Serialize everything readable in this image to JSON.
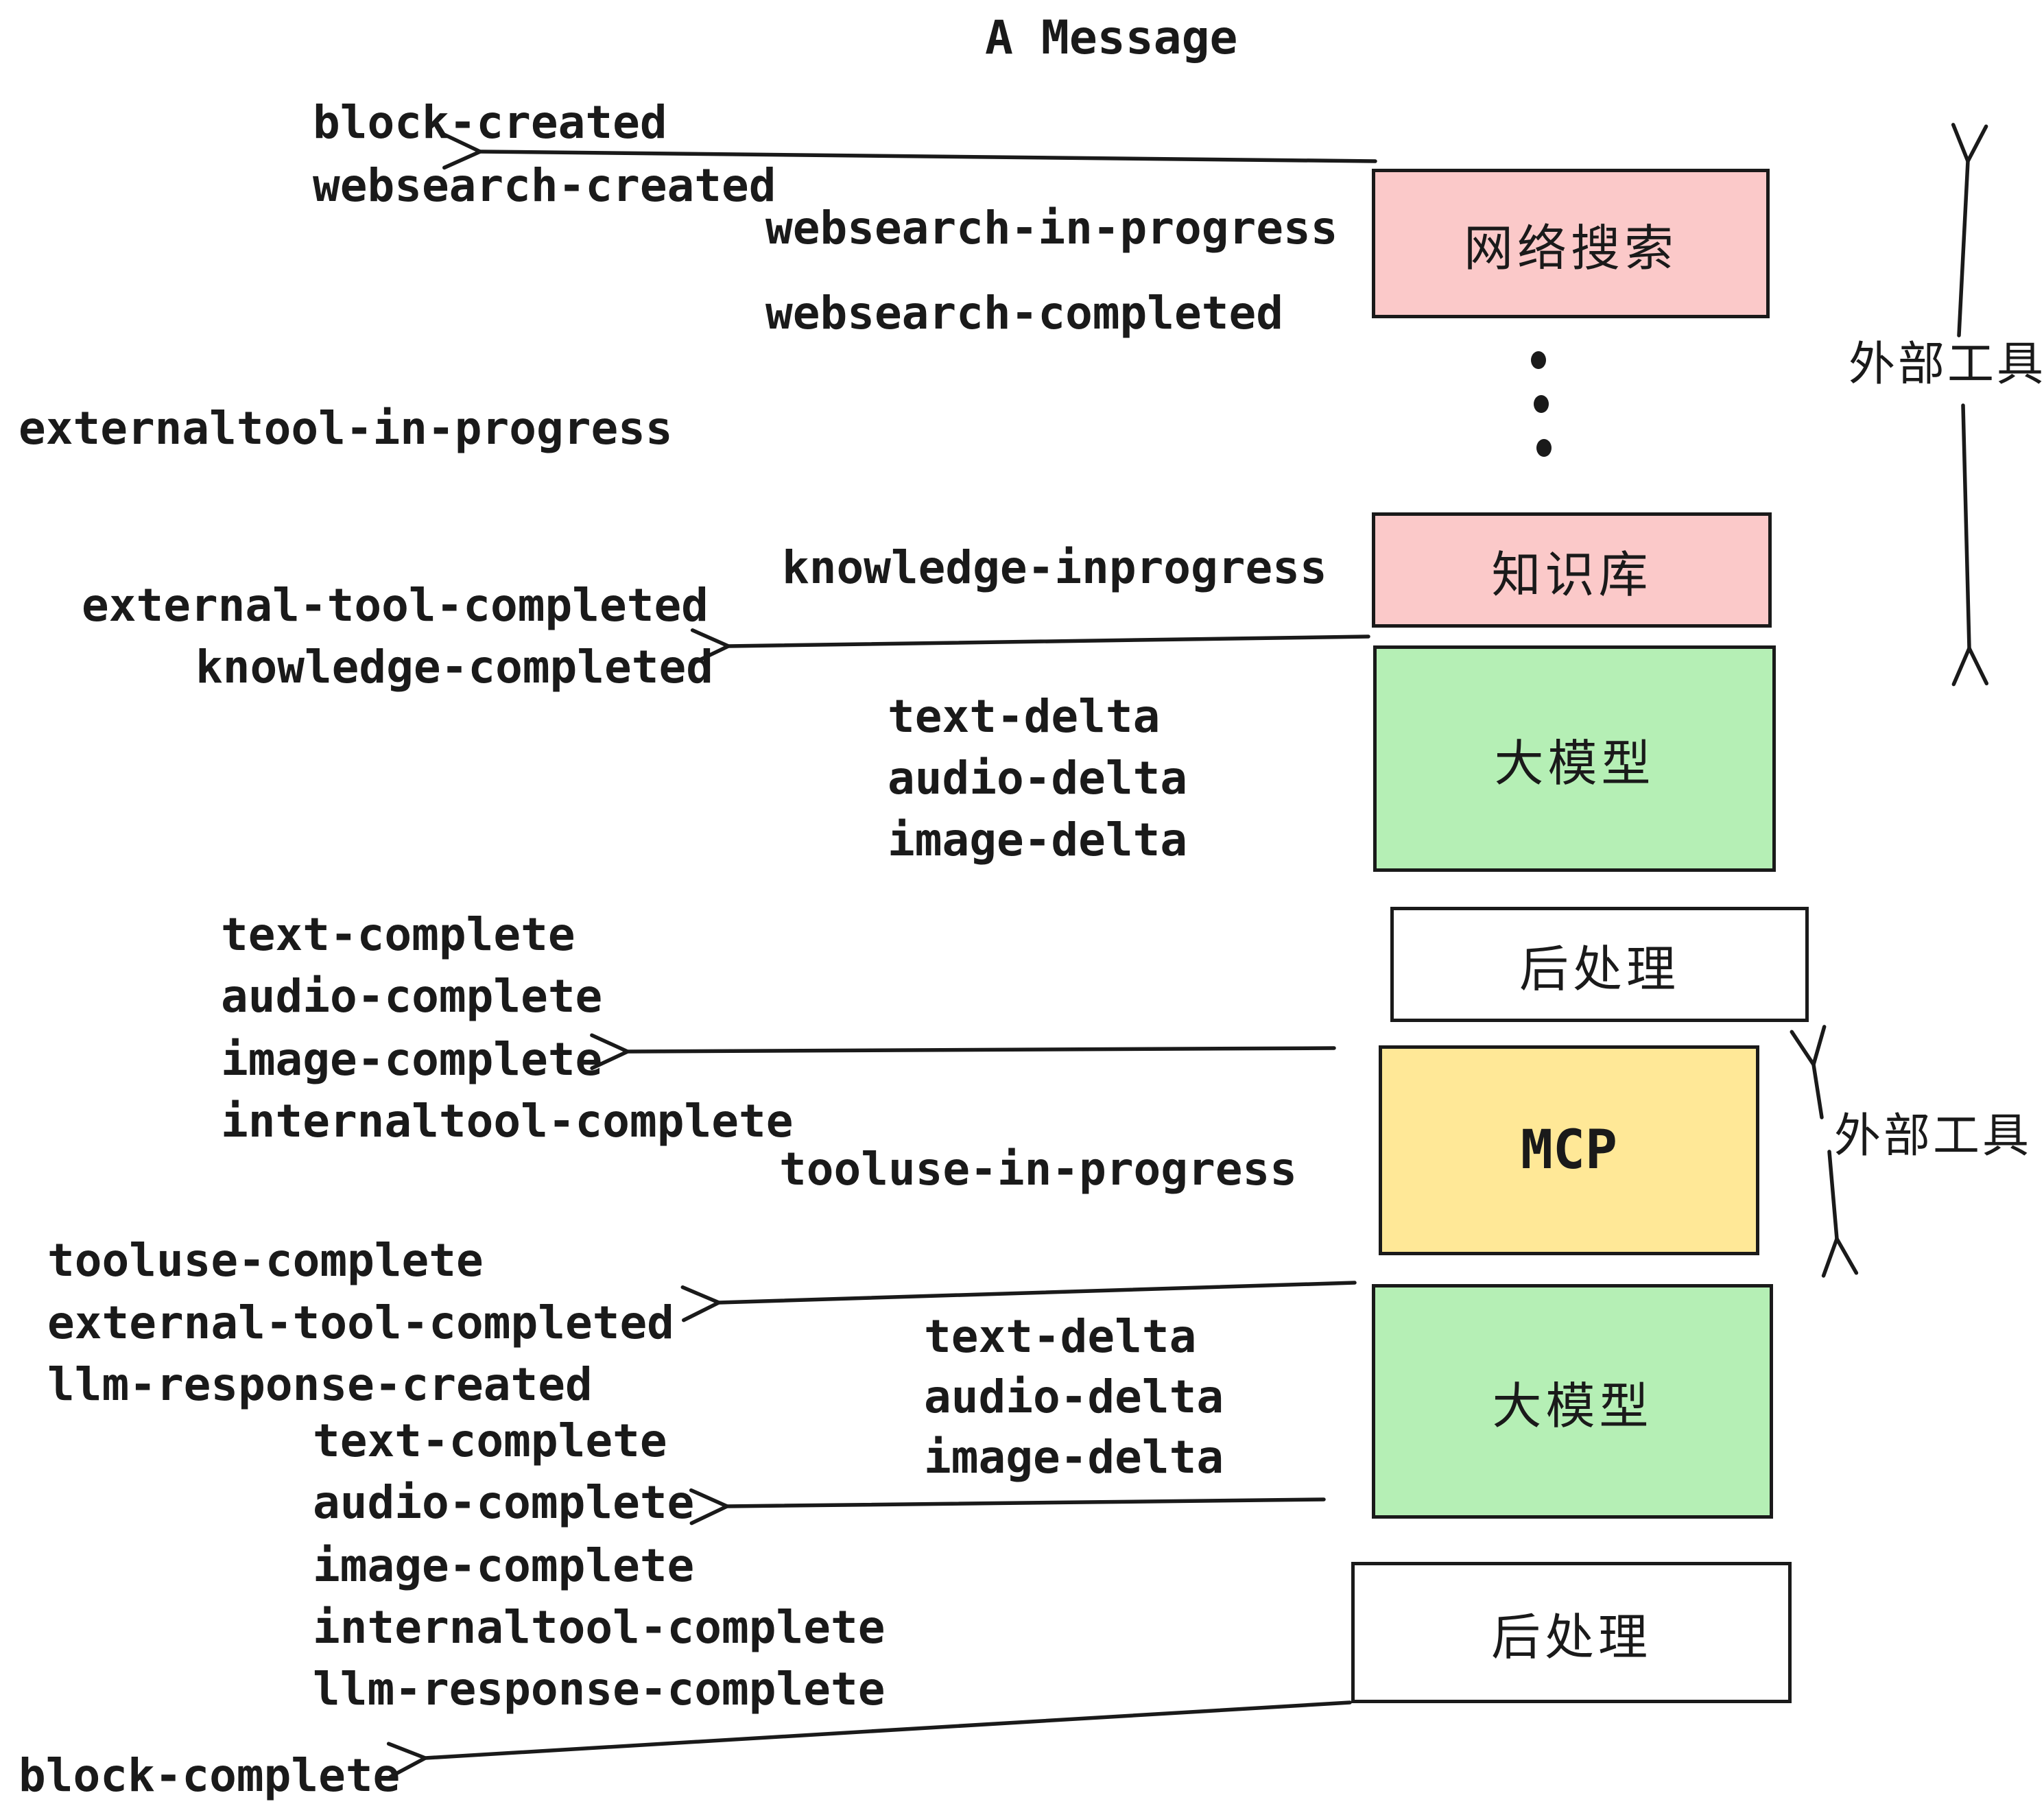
{
  "title": {
    "text": "A Message"
  },
  "colors": {
    "ink": "#1a1a1a",
    "pink": "#fbc9c9",
    "green": "#b5efb5",
    "yellow": "#ffe897",
    "paper": "#ffffff"
  },
  "events": [
    {
      "id": "block-created",
      "text": "block-created"
    },
    {
      "id": "websearch-created",
      "text": "websearch-created"
    },
    {
      "id": "websearch-in-progress",
      "text": "websearch-in-progress"
    },
    {
      "id": "websearch-completed",
      "text": "websearch-completed"
    },
    {
      "id": "externaltool-in-progress",
      "text": "externaltool-in-progress"
    },
    {
      "id": "knowledge-inprogress",
      "text": "knowledge-inprogress"
    },
    {
      "id": "external-tool-completed-1",
      "text": "external-tool-completed"
    },
    {
      "id": "knowledge-completed",
      "text": "knowledge-completed"
    },
    {
      "id": "text-delta-1",
      "text": "text-delta"
    },
    {
      "id": "audio-delta-1",
      "text": "audio-delta"
    },
    {
      "id": "image-delta-1",
      "text": "image-delta"
    },
    {
      "id": "text-complete-1",
      "text": "text-complete"
    },
    {
      "id": "audio-complete-1",
      "text": "audio-complete"
    },
    {
      "id": "image-complete-1",
      "text": "image-complete"
    },
    {
      "id": "internaltool-complete-1",
      "text": "internaltool-complete"
    },
    {
      "id": "tooluse-in-progress",
      "text": "tooluse-in-progress"
    },
    {
      "id": "tooluse-complete",
      "text": "tooluse-complete"
    },
    {
      "id": "external-tool-completed-2",
      "text": "external-tool-completed"
    },
    {
      "id": "llm-response-created",
      "text": "llm-response-created"
    },
    {
      "id": "text-delta-2",
      "text": "text-delta"
    },
    {
      "id": "audio-delta-2",
      "text": "audio-delta"
    },
    {
      "id": "image-delta-2",
      "text": "image-delta"
    },
    {
      "id": "text-complete-2",
      "text": "text-complete"
    },
    {
      "id": "audio-complete-2",
      "text": "audio-complete"
    },
    {
      "id": "image-complete-2",
      "text": "image-complete"
    },
    {
      "id": "internaltool-complete-2",
      "text": "internaltool-complete"
    },
    {
      "id": "llm-response-complete",
      "text": "llm-response-complete"
    },
    {
      "id": "block-complete",
      "text": "block-complete"
    }
  ],
  "nodes": [
    {
      "id": "websearch",
      "label": "网络搜索"
    },
    {
      "id": "knowledge",
      "label": "知识库"
    },
    {
      "id": "llm-1",
      "label": "大模型"
    },
    {
      "id": "post-1",
      "label": "后处理"
    },
    {
      "id": "mcp",
      "label": "MCP"
    },
    {
      "id": "llm-2",
      "label": "大模型"
    },
    {
      "id": "post-2",
      "label": "后处理"
    }
  ],
  "annotations": [
    {
      "id": "external-tools-top",
      "text": "外部工具"
    },
    {
      "id": "external-tools-mcp",
      "text": "外部工具"
    }
  ]
}
